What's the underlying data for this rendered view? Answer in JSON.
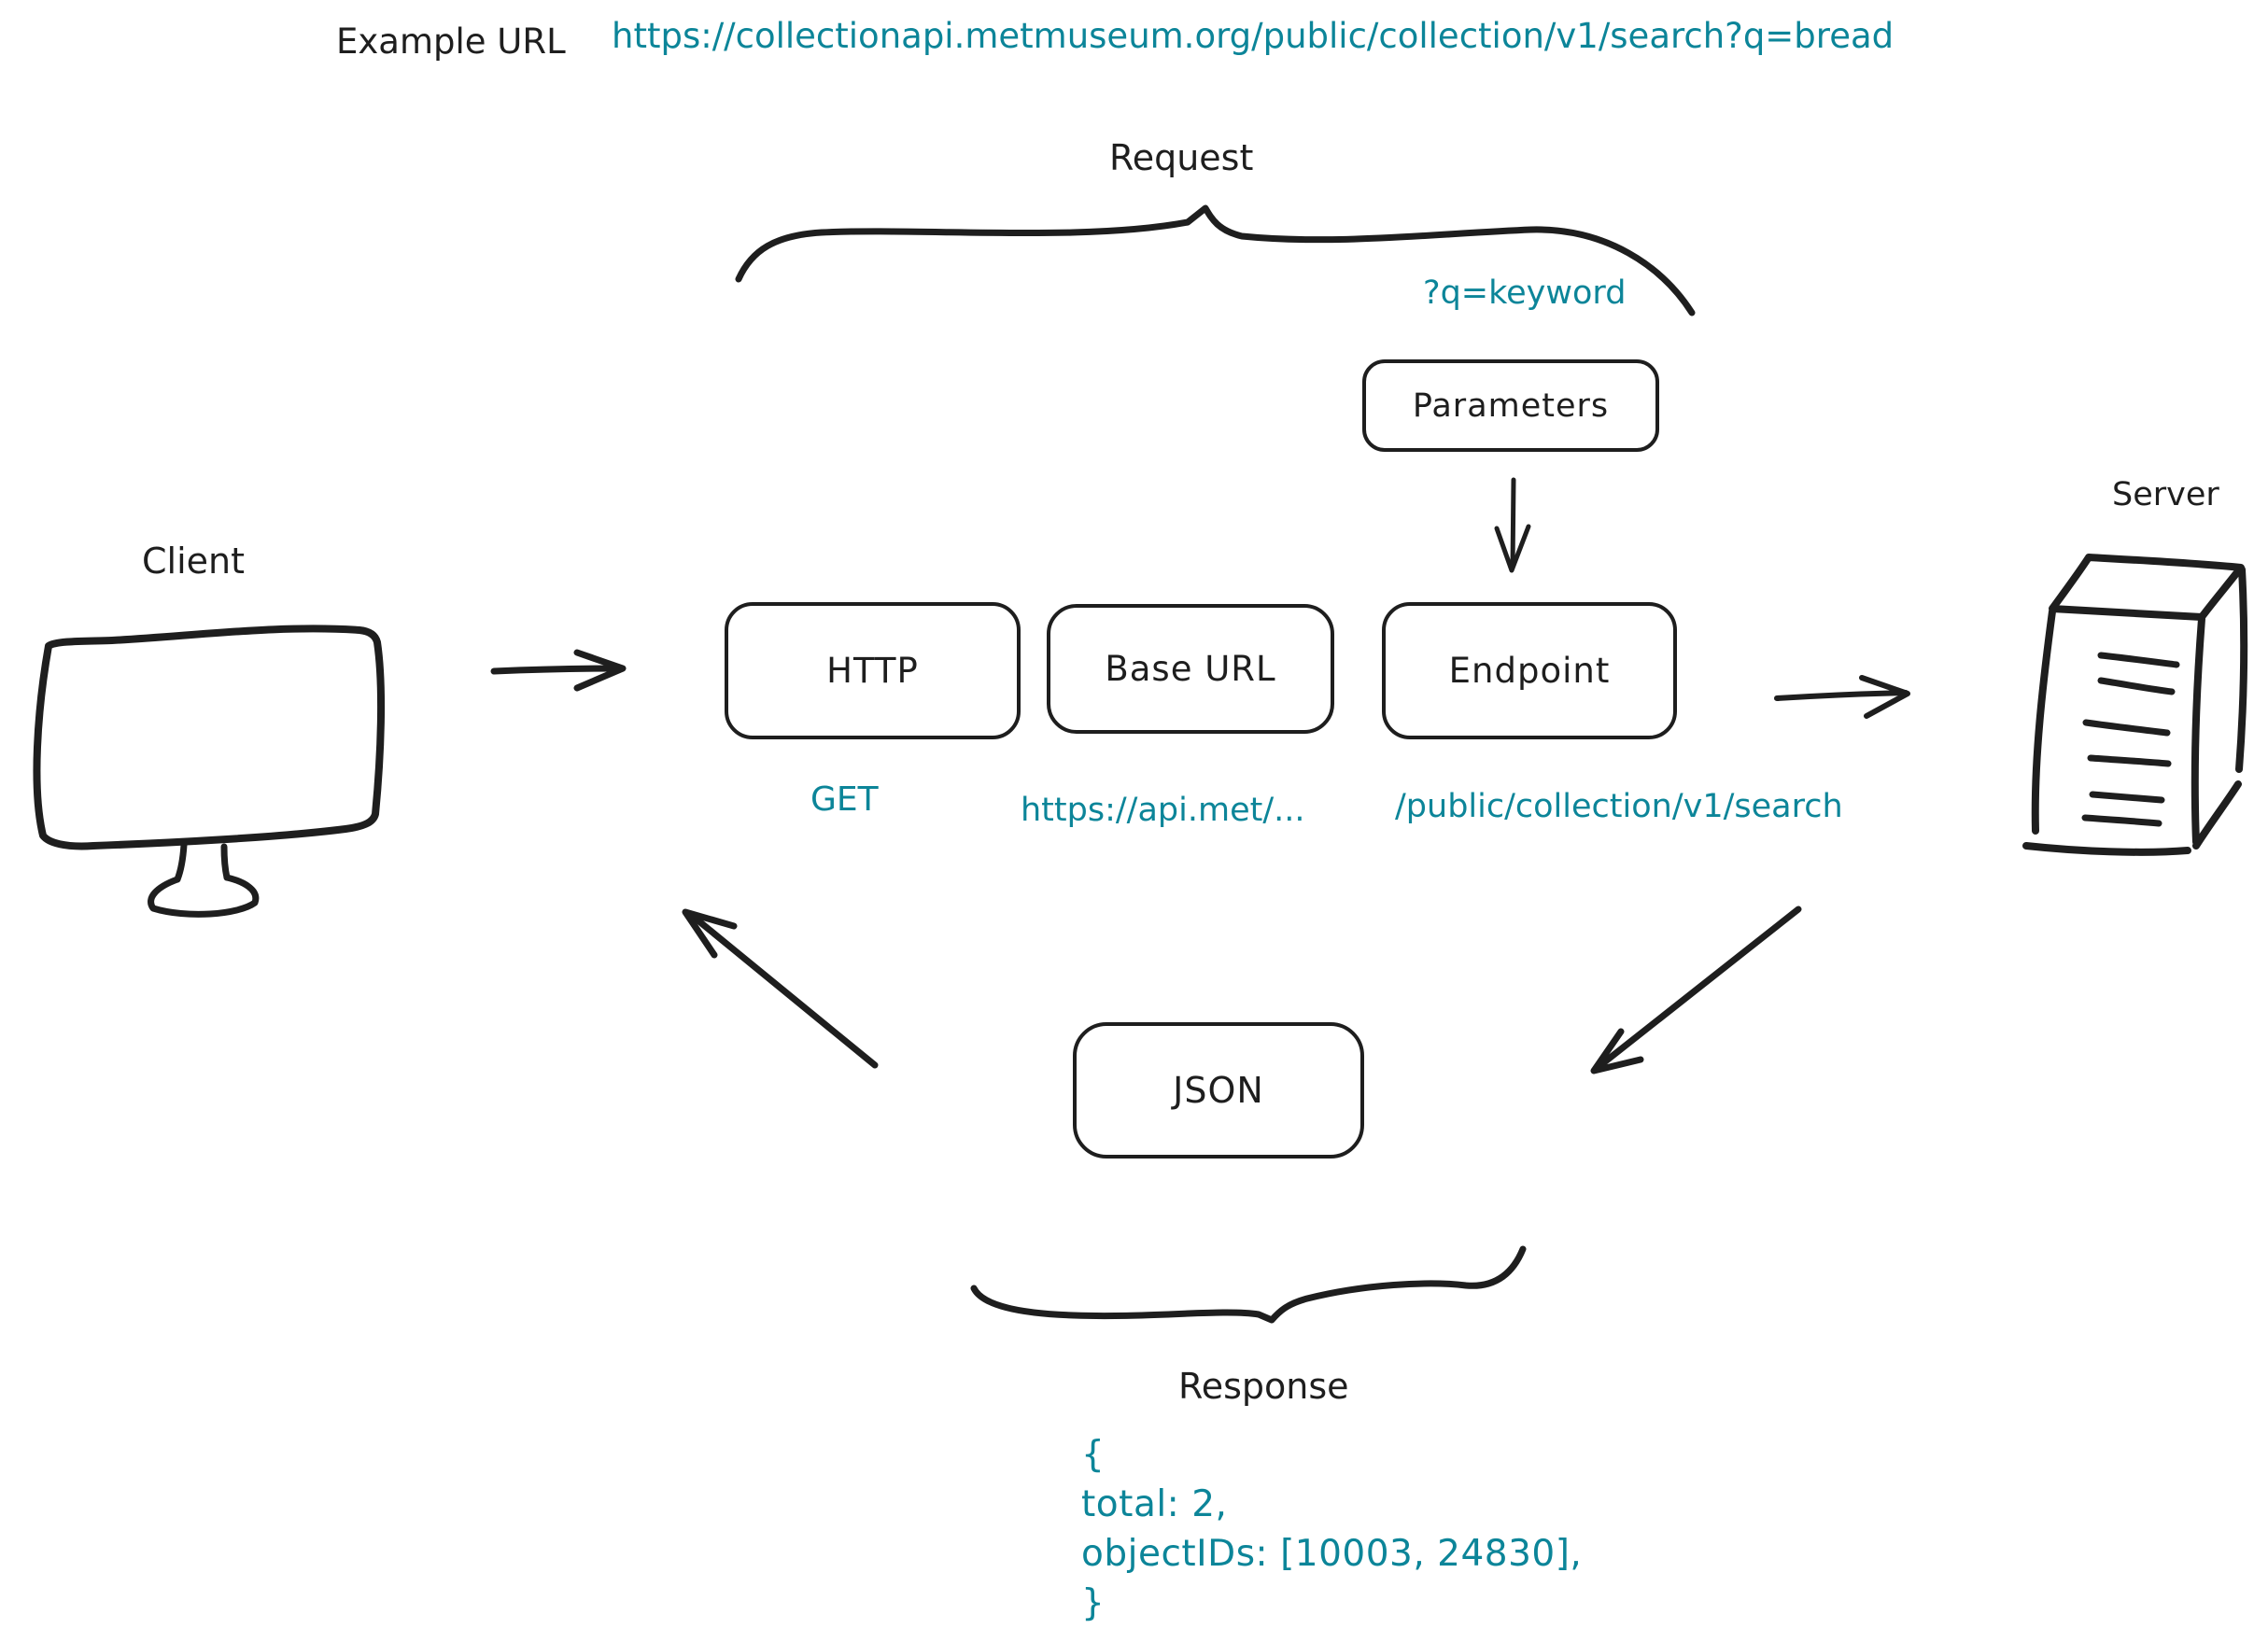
{
  "example": {
    "label": "Example URL",
    "url": "https://collectionapi.metmuseum.org/public/collection/v1/search?q=bread"
  },
  "request": {
    "label": "Request",
    "param_hint": "?q=keyword"
  },
  "nodes": {
    "client": {
      "label": "Client"
    },
    "server": {
      "label": "Server"
    }
  },
  "boxes": {
    "http": {
      "label": "HTTP",
      "value": "GET"
    },
    "base_url": {
      "label": "Base URL",
      "value": "https://api.met/..."
    },
    "endpoint": {
      "label": "Endpoint",
      "value": "/public/collection/v1/search"
    },
    "parameters": {
      "label": "Parameters"
    },
    "json": {
      "label": "JSON"
    }
  },
  "response": {
    "label": "Response",
    "json_lines": [
      "{",
      "total: 2,",
      "objectIDs: [10003, 24830],",
      "}"
    ]
  },
  "colors": {
    "ink": "#1e1e1e",
    "accent": "#0c8599"
  }
}
